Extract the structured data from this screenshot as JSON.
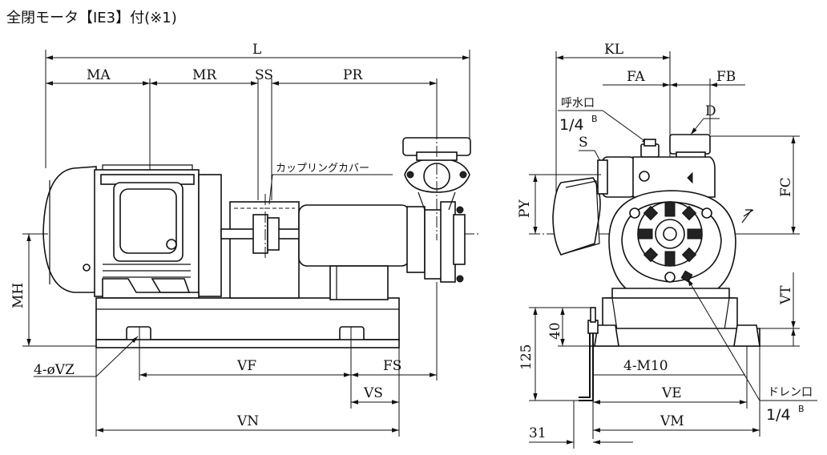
{
  "title": "全閉モータ【IE3】付(※1)",
  "side_view": {
    "labels": {
      "L": "L",
      "MA": "MA",
      "MR": "MR",
      "SS": "SS",
      "PR": "PR",
      "MH": "MH",
      "VZ": "4-øVZ",
      "VF": "VF",
      "FS": "FS",
      "VS": "VS",
      "VN": "VN",
      "coupling_cover": "カップリングカバー"
    }
  },
  "front_view": {
    "labels": {
      "KL": "KL",
      "FA": "FA",
      "FB": "FB",
      "D": "D",
      "S": "S",
      "priming": "呼水口",
      "priming_size": "1/4",
      "priming_sup": "B",
      "PY": "PY",
      "FC": "FC",
      "VT": "VT",
      "h40": "40",
      "h125": "125",
      "M10": "4-M10",
      "VE": "VE",
      "VM": "VM",
      "w31": "31",
      "drain": "ドレン口",
      "drain_size": "1/4",
      "drain_sup": "B"
    }
  }
}
